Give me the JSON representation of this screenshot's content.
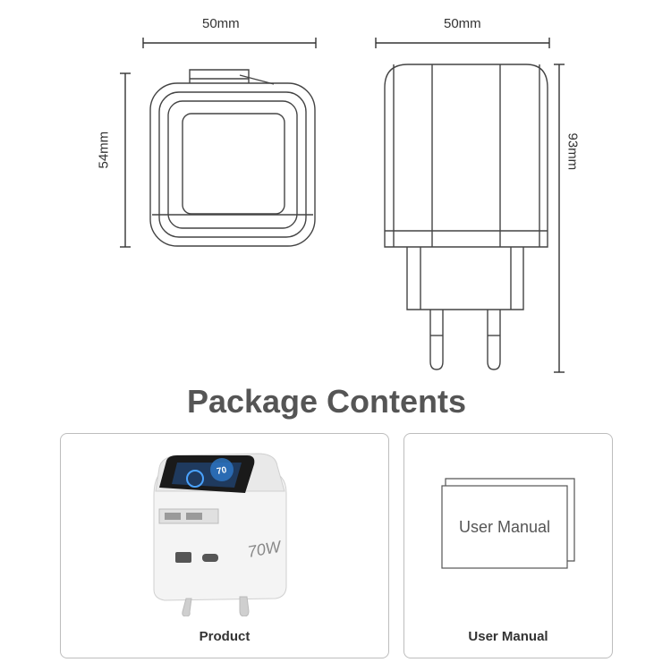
{
  "dimensions": {
    "front_width": "50mm",
    "side_width": "50mm",
    "front_height": "54mm",
    "side_height": "93mm"
  },
  "section_title": "Package Contents",
  "items": [
    {
      "label": "Product"
    },
    {
      "label": "User Manual",
      "manual_text": "User Manual"
    }
  ],
  "product_markings": {
    "display_value": "70",
    "power_rating": "70W"
  }
}
